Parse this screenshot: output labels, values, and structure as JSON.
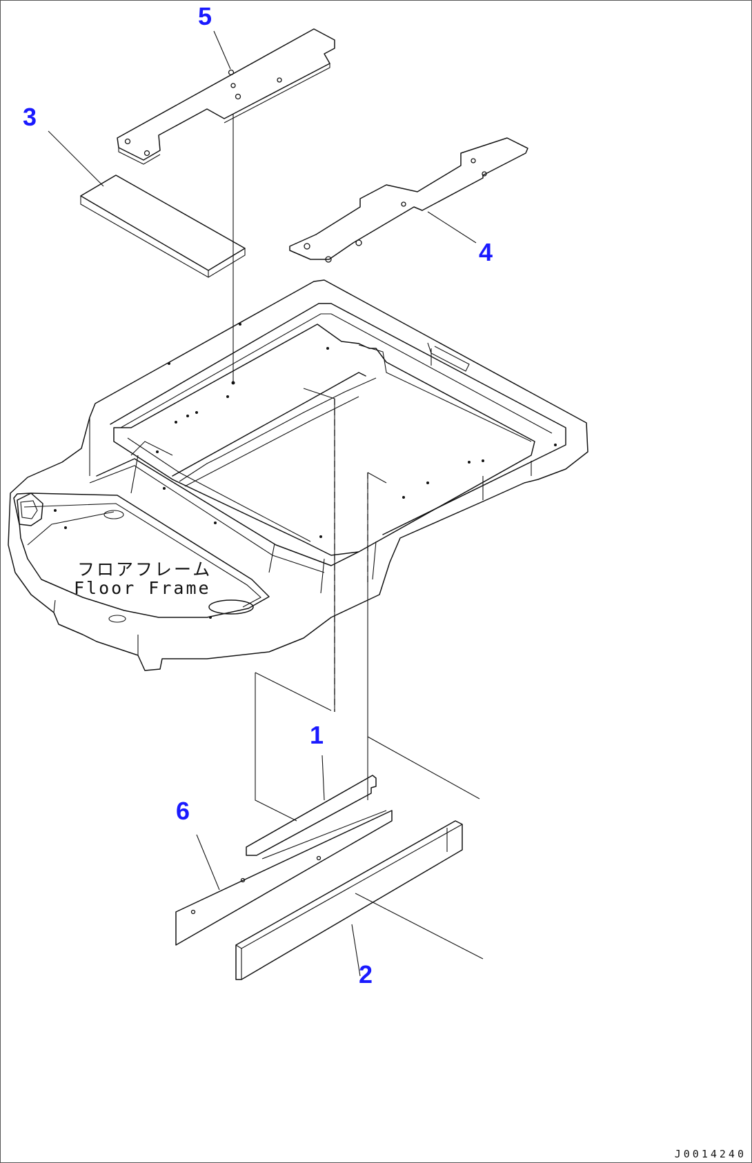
{
  "diagram": {
    "callouts": [
      {
        "id": "1",
        "label": "1"
      },
      {
        "id": "2",
        "label": "2"
      },
      {
        "id": "3",
        "label": "3"
      },
      {
        "id": "4",
        "label": "4"
      },
      {
        "id": "5",
        "label": "5"
      },
      {
        "id": "6",
        "label": "6"
      }
    ],
    "frame_label_jp": "フロアフレーム",
    "frame_label_en": "Floor Frame",
    "document_id": "J0014240",
    "colors": {
      "callout": "#1a1aff",
      "line": "#111111",
      "background": "#ffffff"
    }
  }
}
